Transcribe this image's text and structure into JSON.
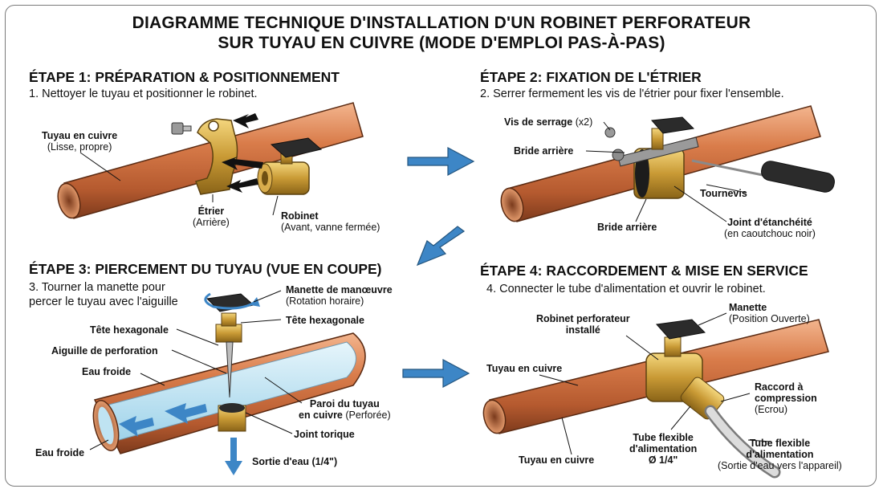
{
  "title": {
    "line1": "DIAGRAMME TECHNIQUE D'INSTALLATION D'UN ROBINET PERFORATEUR",
    "line2": "SUR TUYAU EN CUIVRE (MODE D'EMPLOI PAS-À-PAS)"
  },
  "colors": {
    "copper": "#c8693c",
    "brass": "#c99a35",
    "flow_arrow": "#3d86c6",
    "handle": "#2b2b2b",
    "water": "#bfe3f2"
  },
  "steps": [
    {
      "title": "ÉTAPE 1: PRÉPARATION & POSITIONNEMENT",
      "subtitle": "1. Nettoyer le tuyau et positionner le robinet.",
      "labels": {
        "pipe_name": "Tuyau en cuivre",
        "pipe_note": "(Lisse, propre)",
        "clamp_name": "Étrier",
        "clamp_note": "(Arrière)",
        "valve_name": "Robinet",
        "valve_note": "(Avant, vanne fermée)"
      }
    },
    {
      "title": "ÉTAPE 2: FIXATION DE L'ÉTRIER",
      "subtitle": "2. Serrer fermement les vis de l'étrier pour fixer l'ensemble.",
      "labels": {
        "screws_name": "Vis de serrage",
        "screws_note": "(x2)",
        "rear_flange_top": "Bride arrière",
        "screwdriver": "Tournevis",
        "rear_flange_bottom": "Bride arrière",
        "seal_name": "Joint d'étanchéité",
        "seal_note": "(en caoutchouc noir)"
      }
    },
    {
      "title": "ÉTAPE 3: PIERCEMENT DU TUYAU (VUE EN COUPE)",
      "subtitle_line1": "3. Tourner la manette pour",
      "subtitle_line2": "percer le tuyau avec l'aiguille",
      "labels": {
        "handle_name": "Manette de manœuvre",
        "handle_note": "(Rotation horaire)",
        "hex_head_right": "Tête hexagonale",
        "hex_head_left": "Tête hexagonale",
        "needle": "Aiguille de perforation",
        "cold_water_top": "Eau froide",
        "wall_line1": "Paroi du tuyau",
        "wall_line2": "en cuivre",
        "wall_note": "(Perforée)",
        "o_ring": "Joint torique",
        "cold_water_bottom": "Eau froide",
        "outlet": "Sortie d'eau (1/4\")"
      }
    },
    {
      "title": "ÉTAPE 4: RACCORDEMENT & MISE EN SERVICE",
      "subtitle": "4. Connecter le tube d'alimentation et ouvrir le robinet.",
      "labels": {
        "installed_line1": "Robinet perforateur",
        "installed_line2": "installé",
        "handle_name": "Manette",
        "handle_note": "(Position Ouverte)",
        "pipe_top": "Tuyau en cuivre",
        "fitting_line1": "Raccord à",
        "fitting_line2": "compression",
        "fitting_note": "(Ecrou)",
        "tube_left_line1": "Tube flexible",
        "tube_left_line2": "d'alimentation",
        "tube_left_line3": "Ø 1/4\"",
        "tube_right_line1": "Tube flexible",
        "tube_right_line2": "d'alimentation",
        "tube_right_note": "(Sortie d'eau vers l'appareil)",
        "pipe_bottom": "Tuyau en cuivre"
      }
    }
  ]
}
